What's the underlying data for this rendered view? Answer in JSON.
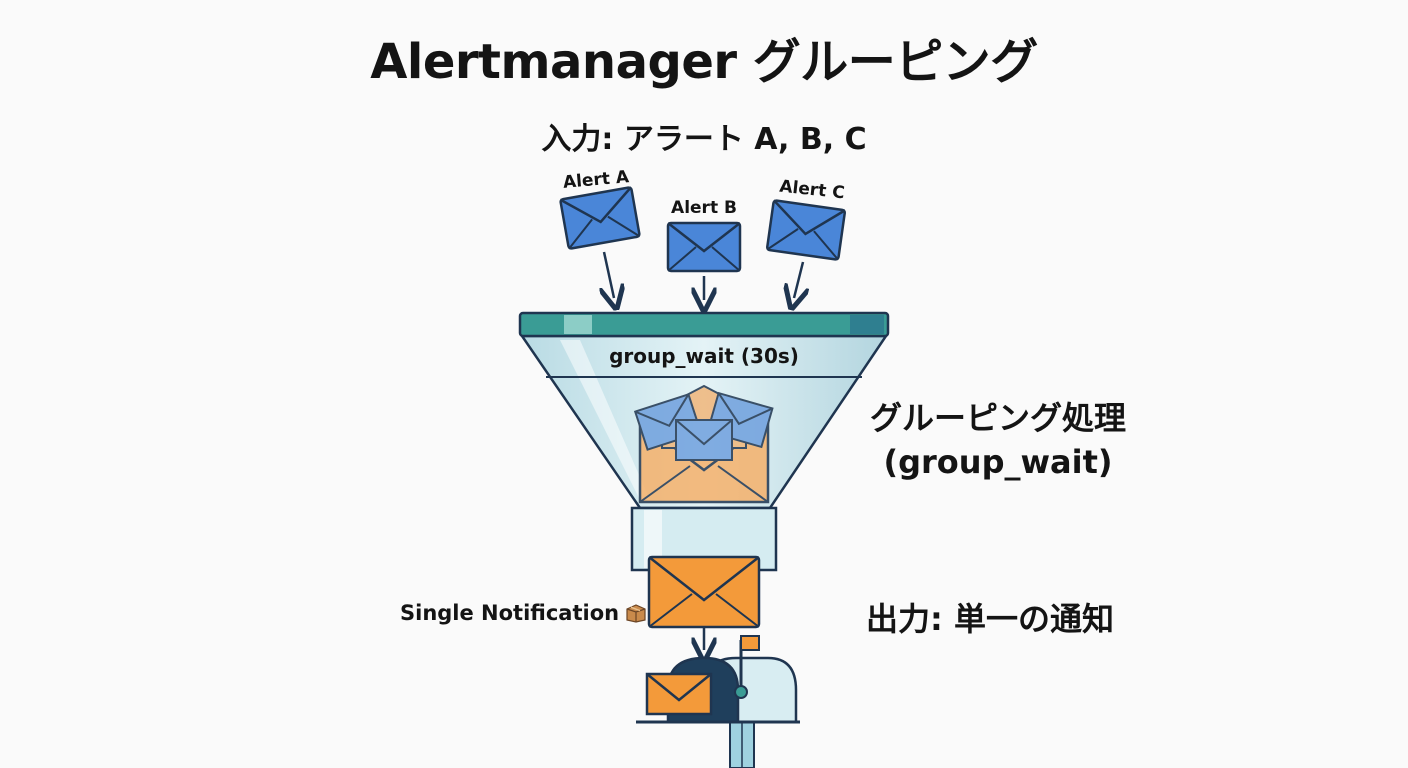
{
  "title": "Alertmanager グルーピング",
  "input": {
    "label": "入力: アラート A, B, C",
    "alerts": [
      "Alert A",
      "Alert B",
      "Alert C"
    ]
  },
  "funnel": {
    "wait_label": "group_wait (30s)",
    "process_label_line1": "グルーピング処理",
    "process_label_line2": "(group_wait)"
  },
  "output": {
    "label": "出力: 単一の通知",
    "single_label": "Single Notification"
  },
  "icons": {
    "input_envelope": "envelope-icon",
    "output_envelope": "envelope-icon",
    "mailbox": "mailbox-icon",
    "package": "package-icon"
  },
  "colors": {
    "input_envelope": "#4a86d8",
    "output_envelope": "#f39a3a",
    "funnel_rim": "#3a9c95",
    "funnel_body": "#cfe8ee",
    "outline": "#1f3550"
  }
}
